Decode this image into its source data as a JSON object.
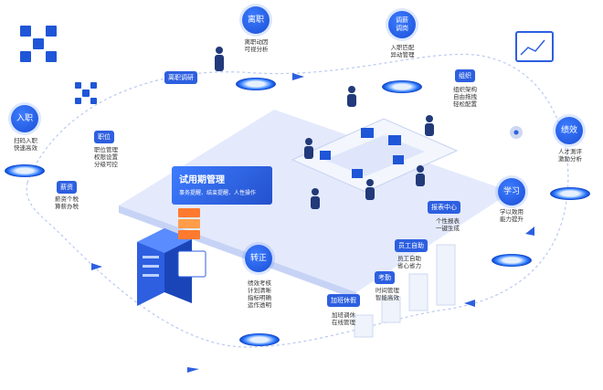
{
  "qr_icon_big": "qr-code",
  "qr_icon_small": "qr-code",
  "nodes": {
    "onboarding": {
      "label": "入职",
      "desc": "扫码入职\n快速高效"
    },
    "resignation": {
      "label": "离职",
      "desc": "离职动因\n可视分析"
    },
    "transfer": {
      "label": "调薪\n调岗",
      "desc": "入职匹配\n异动管理"
    },
    "performance": {
      "label": "绩效",
      "desc": "人才測评\n激励分析"
    },
    "learning": {
      "label": "学习",
      "desc": "学以致用\n能力提升"
    },
    "regularization": {
      "label": "转正",
      "desc": "绩效考核\n计划清晰\n指标明确\n运作透明"
    }
  },
  "tags": {
    "resignation_survey": "离职调研",
    "position": {
      "label": "职位",
      "desc": "职位管理\n权限设置\n分级可控"
    },
    "salary": {
      "label": "薪资",
      "desc": "薪资个税\n算薪办税"
    },
    "organization": {
      "label": "组织",
      "desc": "组织架构\n自由拖拽\n轻松配置"
    },
    "report": {
      "label": "报表中心",
      "desc": "个性报表\n一键生成"
    },
    "self_service": {
      "label": "员工自助",
      "desc": "员工自助\n省心省力"
    },
    "attendance": {
      "label": "考勤",
      "desc": "时间管理\n智能高效"
    },
    "overtime": {
      "label": "加班休假",
      "desc": "加班调休\n在线管理"
    }
  },
  "center": {
    "title": "试用期管理",
    "subtitle": "事务提醒、结束提醒、人性操作"
  },
  "colors": {
    "primary": "#1f56d8",
    "accent": "#2d5fe0",
    "platform_glow": "#2e7bff",
    "stage_bg": "#dfe6fb"
  }
}
